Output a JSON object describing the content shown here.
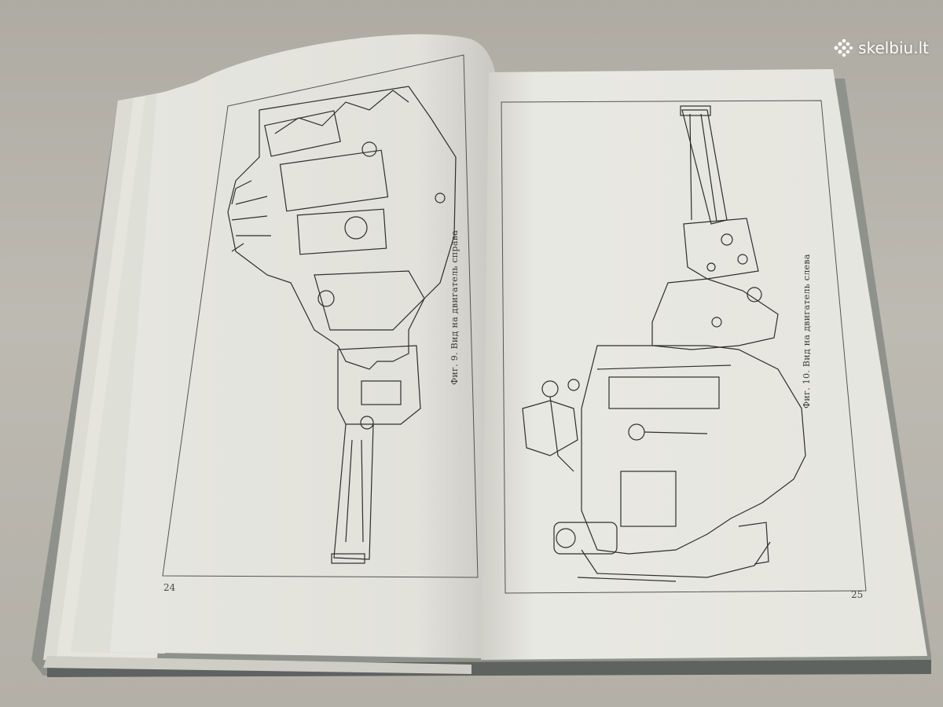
{
  "watermark": {
    "text": "skelbiu.lt",
    "icon": "dots-logo-icon",
    "color": "#ffffff"
  },
  "left_page": {
    "caption": "Фиг. 9. Вид на двигатель справа",
    "page_number": "24"
  },
  "right_page": {
    "caption": "Фиг. 10. Вид на двигатель слева",
    "page_number": "25"
  },
  "colors": {
    "paper": "#e9e9e3",
    "paper_shadow": "#d3d2cb",
    "table": "#b9b6ae",
    "ink": "#3a3a36"
  }
}
